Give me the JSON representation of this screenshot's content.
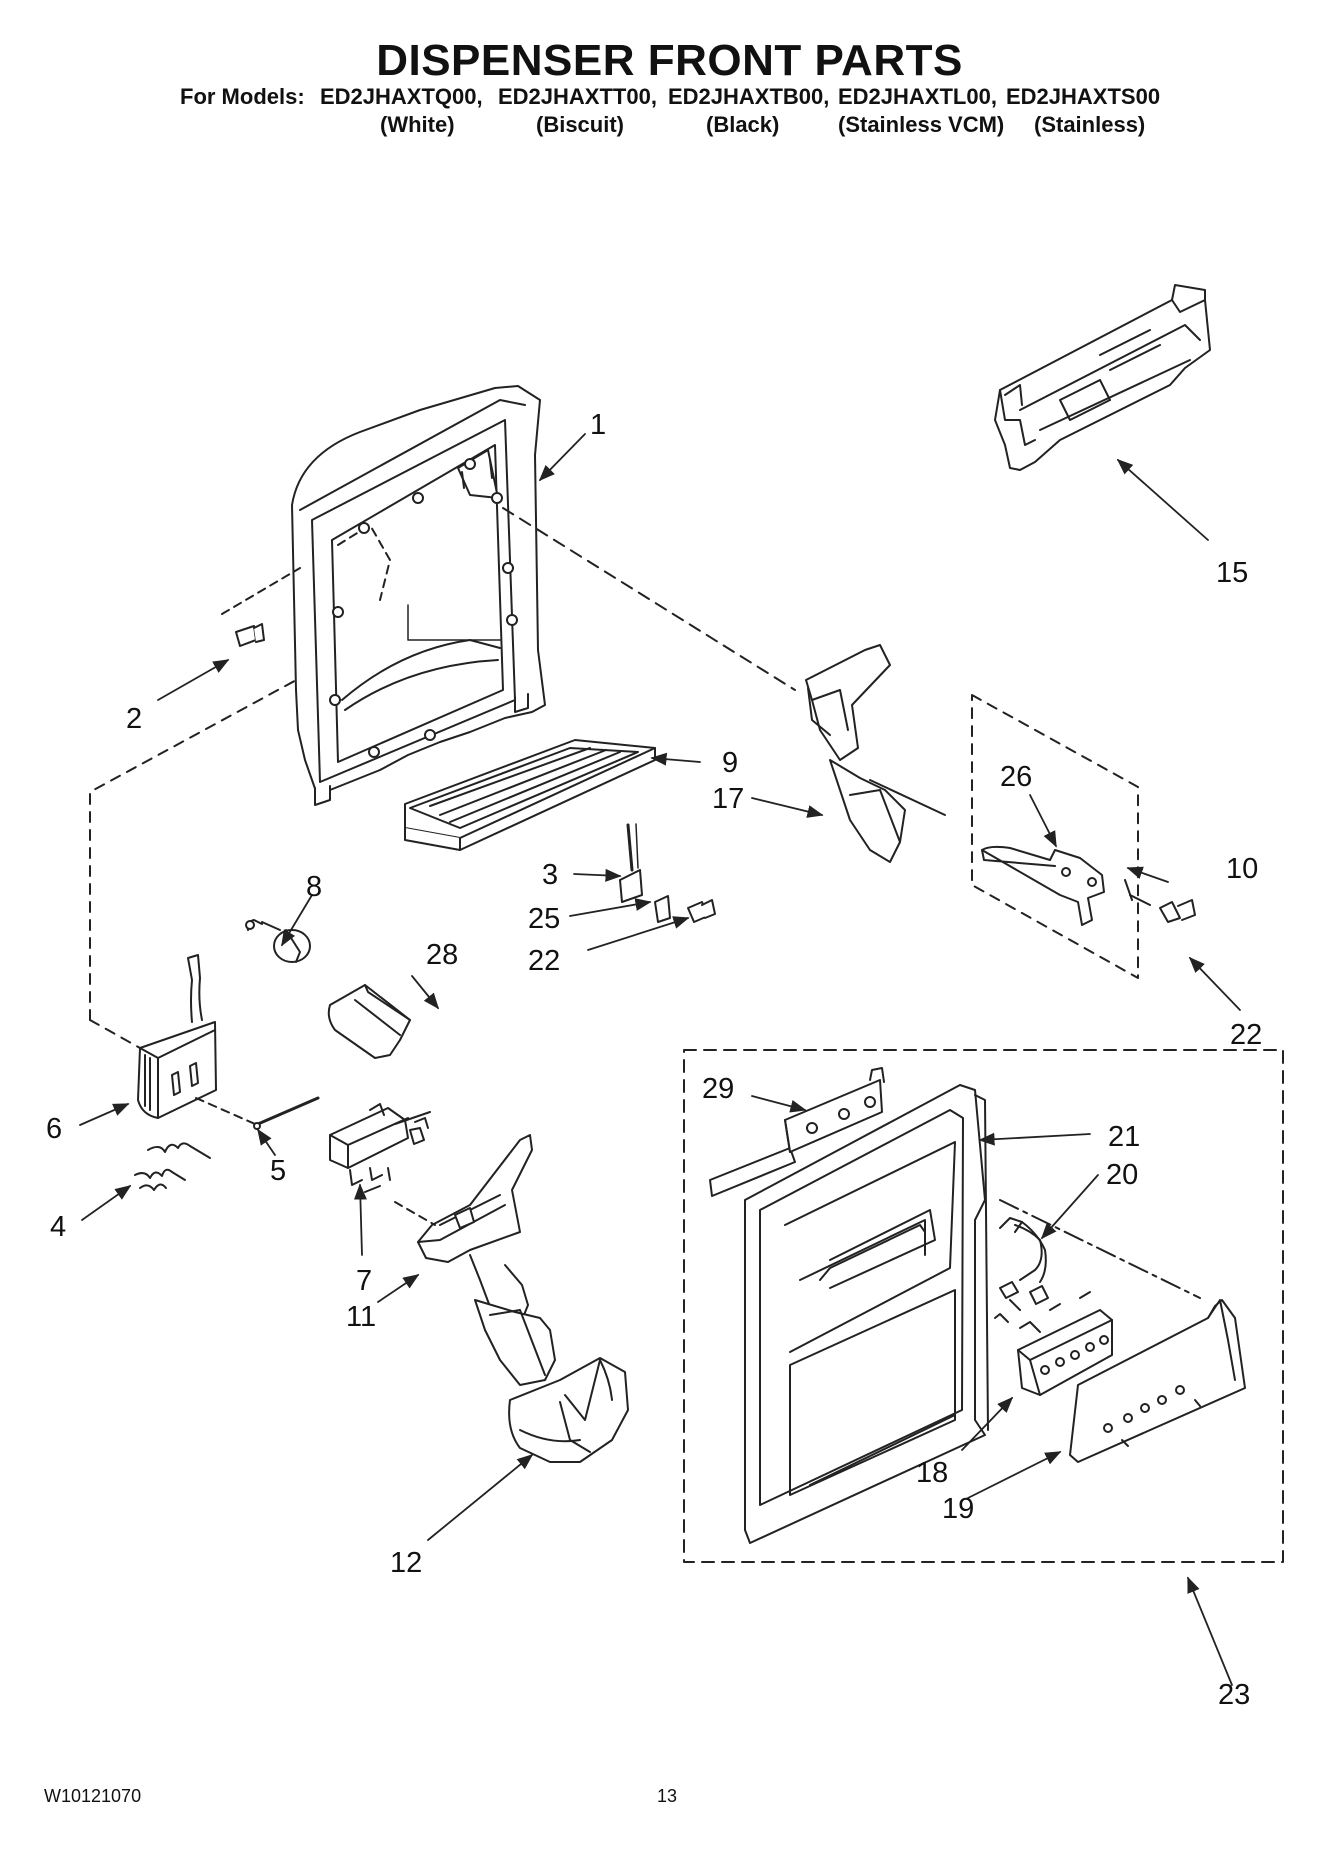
{
  "title": "DISPENSER FRONT PARTS",
  "models_label": "For Models:",
  "models": [
    {
      "code": "ED2JHAXTQ00,",
      "finish": "(White)"
    },
    {
      "code": "ED2JHAXTT00,",
      "finish": "(Biscuit)"
    },
    {
      "code": "ED2JHAXTB00,",
      "finish": "(Black)"
    },
    {
      "code": "ED2JHAXTL00,",
      "finish": "(Stainless VCM)"
    },
    {
      "code": "ED2JHAXTS00",
      "finish": "(Stainless)"
    }
  ],
  "callouts": [
    "1",
    "2",
    "3",
    "4",
    "5",
    "6",
    "7",
    "8",
    "9",
    "10",
    "11",
    "12",
    "15",
    "17",
    "18",
    "19",
    "20",
    "21",
    "22",
    "22",
    "23",
    "25",
    "26",
    "28",
    "29"
  ],
  "footer": {
    "doc_number": "W10121070",
    "page_number": "13"
  },
  "colors": {
    "line": "#222222",
    "fill": "#ffffff",
    "shade": "#dcdcdc"
  }
}
